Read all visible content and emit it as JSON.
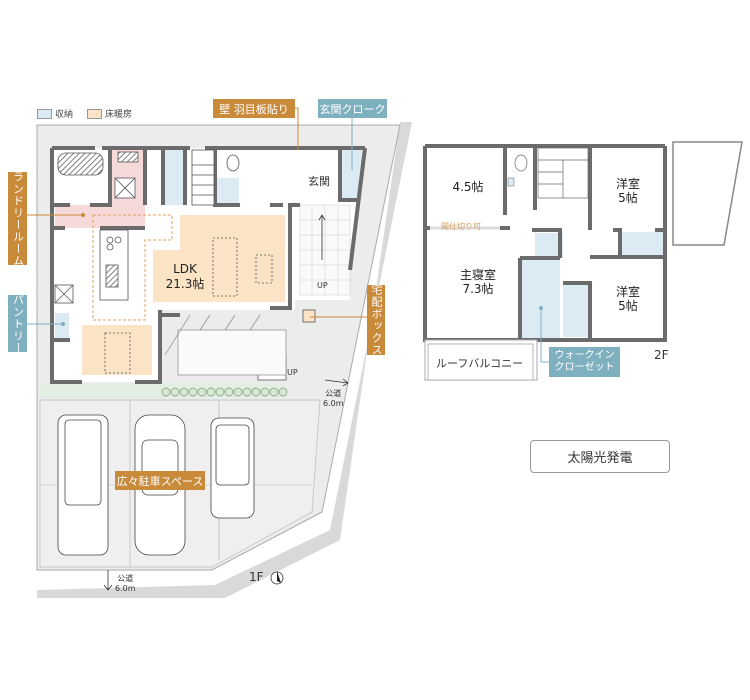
{
  "legend": [
    {
      "label": "収納",
      "color": "#dcebf3"
    },
    {
      "label": "床暖房",
      "color": "#fbe3c6"
    }
  ],
  "callouts": {
    "wall_paneling": "壁 羽目板貼り",
    "entrance_cloak": "玄関クローク",
    "laundry_room": "ランドリールーム",
    "pantry": "パントリー",
    "delivery_box": "宅配ボックス",
    "parking": "広々駐車スペース",
    "walk_in_closet": "ウォークイン\nクローゼット"
  },
  "floor1": {
    "ldk_name": "LDK",
    "ldk_size": "21.3帖",
    "entrance": "玄関",
    "up1": "UP",
    "up2": "UP",
    "road_right_name": "公道",
    "road_right_width": "6.0m",
    "road_bottom_name": "公道",
    "road_bottom_width": "6.0m",
    "floor_label": "1F"
  },
  "floor2": {
    "room_a_size": "4.5帖",
    "partition_note": "間仕切り可",
    "room_b_name": "洋室",
    "room_b_size": "5帖",
    "master_name": "主寝室",
    "master_size": "7.3帖",
    "room_c_name": "洋室",
    "room_c_size": "5帖",
    "roof_balcony": "ルーフバルコニー",
    "floor_label": "2F"
  },
  "solar": "太陽光発電",
  "colors": {
    "orange": "#c98a3a",
    "teal": "#7fb0bf",
    "wall": "#6b6b6b",
    "floor_heat": "#fbe3c6",
    "storage": "#dcebf3",
    "laundry": "#f6d9d9"
  }
}
